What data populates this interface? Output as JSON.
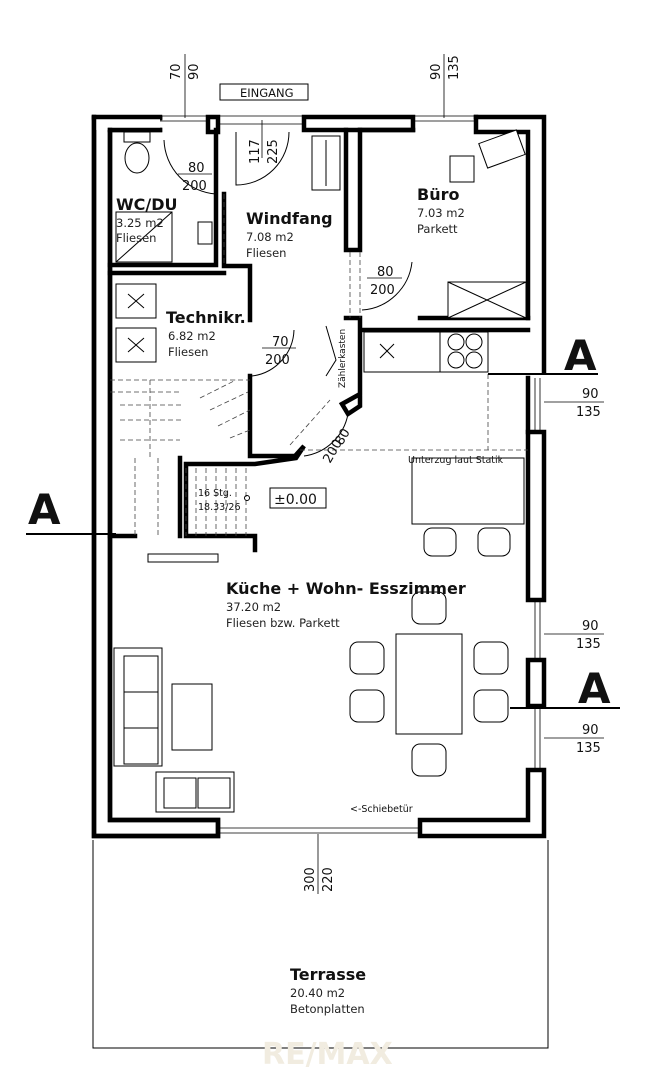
{
  "rooms": {
    "wc": {
      "name": "WC/DU",
      "area": "3.25 m2",
      "floor": "Fliesen"
    },
    "windfang": {
      "name": "Windfang",
      "area": "7.08 m2",
      "floor": "Fliesen"
    },
    "buero": {
      "name": "Büro",
      "area": "7.03 m2",
      "floor": "Parkett"
    },
    "technik": {
      "name": "Technikr.",
      "area": "6.82 m2",
      "floor": "Fliesen"
    },
    "kueche": {
      "name": "Küche + Wohn- Esszimmer",
      "area": "37.20 m2",
      "floor": "Fliesen bzw. Parkett"
    },
    "terrasse": {
      "name": "Terrasse",
      "area": "20.40 m2",
      "floor": "Betonplatten"
    }
  },
  "labels": {
    "eingang": "EINGANG",
    "zaehlerkasten": "Zählerkasten",
    "unterzug": "Unterzug laut Statik",
    "schiebetuer": "<-Schiebetür",
    "level": "±0.00",
    "stairs_steps": "16 Stg.",
    "stairs_ratio": "18.33/26",
    "section_marker": "A",
    "watermark": "RE/MAX"
  },
  "dimensions": {
    "window_wc": {
      "a": "70",
      "b": "90"
    },
    "window_buero": {
      "a": "90",
      "b": "135"
    },
    "door_entry": {
      "a": "117",
      "b": "225"
    },
    "door_wc": {
      "a": "80",
      "b": "200"
    },
    "door_buero": {
      "a": "80",
      "b": "200"
    },
    "door_technik": {
      "a": "70",
      "b": "200"
    },
    "door_kueche": {
      "a": "80",
      "b": "200"
    },
    "window_right_1": {
      "a": "90",
      "b": "135"
    },
    "window_right_2": {
      "a": "90",
      "b": "135"
    },
    "window_right_3": {
      "a": "90",
      "b": "135"
    },
    "door_terrace": {
      "a": "300",
      "b": "220"
    }
  }
}
